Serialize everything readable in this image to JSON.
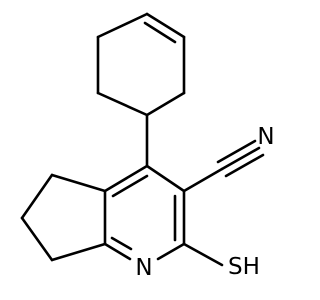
{
  "diagram": {
    "type": "chemical-structure",
    "atom_labels": {
      "nitrile_nitrogen": "N",
      "ring_nitrogen": "N",
      "thiol": "SH"
    },
    "colors": {
      "background": "#ffffff",
      "bond": "#000000",
      "label": "#000000"
    }
  }
}
